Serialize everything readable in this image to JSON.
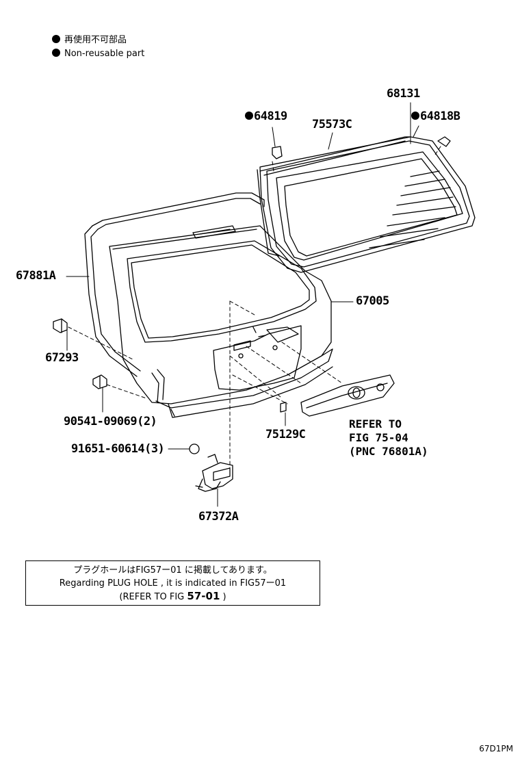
{
  "legend": {
    "japanese": "再使用不可部品",
    "english": "Non-reusable part"
  },
  "parts": {
    "p68131": "68131",
    "p64819": "64819",
    "p75573C": "75573C",
    "p64818B": "64818B",
    "p67881A": "67881A",
    "p67005": "67005",
    "p67293": "67293",
    "p90541": "90541-09069(2)",
    "p75129C": "75129C",
    "p91651": "91651-60614(3)",
    "p67372A": "67372A"
  },
  "reference": {
    "line1": "REFER TO",
    "line2": "FIG 75-04",
    "line3": "(PNC 76801A)"
  },
  "note": {
    "line1": "プラグホールはFIG57ー01 に掲載してあります。",
    "line2": "Regarding PLUG HOLE , it is indicated in FIG57ー01",
    "line3_prefix": "(REFER TO FIG",
    "line3_ref": "57-01",
    "line3_suffix": ")"
  },
  "figure_code": "67D1PM"
}
